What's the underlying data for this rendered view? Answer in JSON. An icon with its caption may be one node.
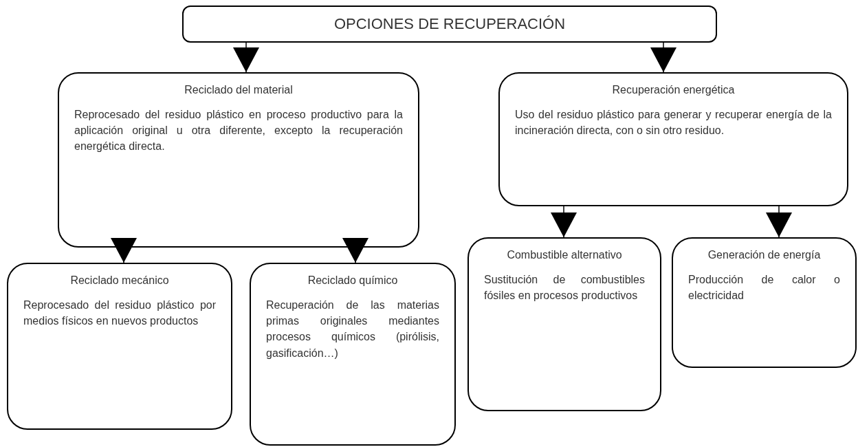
{
  "diagram": {
    "nodes": [
      {
        "text": [
          "OPCIONES DE RECUPERACIÓN"
        ]
      },
      {
        "text": [
          "Reciclado del material",
          "Reprocesado del residuo plástico en proceso productivo para la aplicación original u otra diferente, excepto la recuperación energética directa."
        ]
      },
      {
        "text": [
          "Recuperación energética",
          "Uso del residuo plástico para generar y recuperar energía de la incineración directa, con o sin otro residuo."
        ]
      },
      {
        "text": [
          "Reciclado mecánico",
          "Reprocesado del residuo plástico por medios físicos en nuevos productos"
        ]
      },
      {
        "text": [
          "Reciclado químico",
          "Recuperación de las materias primas originales mediantes procesos químicos (pirólisis, gasificación…)"
        ]
      },
      {
        "text": [
          "Combustible alternativo",
          "Sustitución de combustibles fósiles en procesos productivos"
        ]
      },
      {
        "text": [
          "Generación de energía",
          "Producción de calor o electricidad"
        ]
      }
    ],
    "edges": [
      {
        "from": 0,
        "to": 1,
        "arrow": "to"
      },
      {
        "from": 0,
        "to": 2,
        "arrow": "to"
      },
      {
        "from": 1,
        "to": 3,
        "arrow": "to"
      },
      {
        "from": 1,
        "to": 4,
        "arrow": "to"
      },
      {
        "from": 2,
        "to": 5,
        "arrow": "to"
      },
      {
        "from": 2,
        "to": 6,
        "arrow": "to"
      }
    ]
  }
}
